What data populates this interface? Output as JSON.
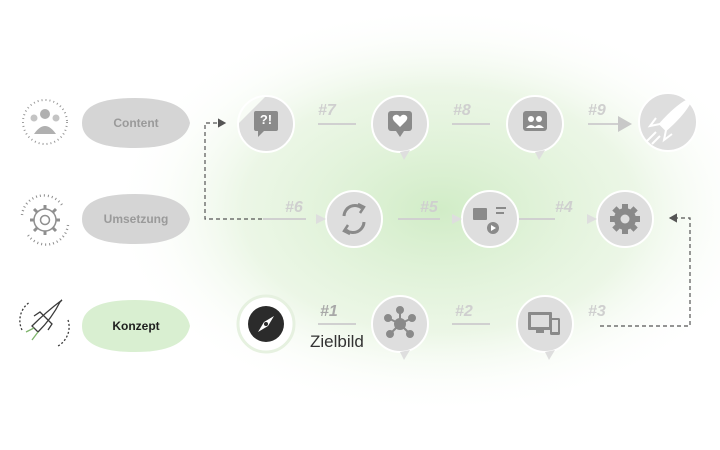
{
  "phases": {
    "content": "Content",
    "umsetzung": "Umsetzung",
    "konzept": "Konzept"
  },
  "steps": [
    "#1",
    "#2",
    "#3",
    "#4",
    "#5",
    "#6",
    "#7",
    "#8",
    "#9"
  ],
  "zielbild": "Zielbild",
  "step7_glyph": "?!",
  "colors": {
    "accent_green": "#dcefd4",
    "glow_green": "#c9e9bd",
    "node_grey": "#dedede",
    "icon_grey": "#8a8a8a",
    "active_dark": "#2b2b2b"
  },
  "icons": {
    "content": "people-network-icon",
    "umsetzung": "gear-cycle-icon",
    "konzept": "rocket-icon",
    "step1": "compass-icon",
    "step2": "network-nodes-icon",
    "step3": "devices-icon",
    "step4": "gear-icon",
    "step5": "media-icon",
    "step6": "refresh-icon",
    "step7": "question-exclamation-chat-icon",
    "step8": "heart-chat-icon",
    "step9": "group-chat-icon",
    "goal": "rocket-launch-icon"
  }
}
